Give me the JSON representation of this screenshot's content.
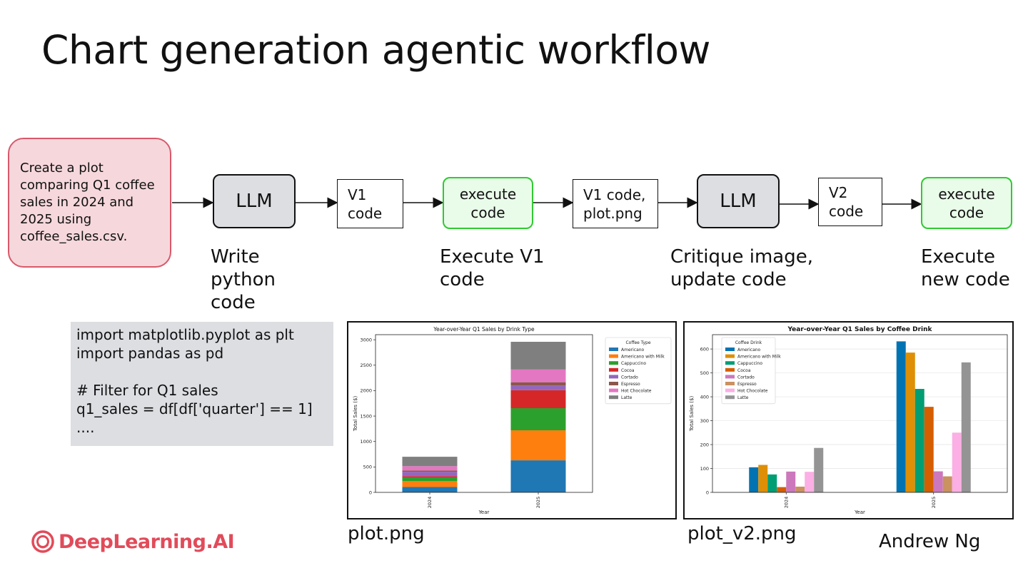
{
  "slide": {
    "title": "Chart generation agentic workflow",
    "author": "Andrew Ng",
    "logo": "DeepLearning.AI"
  },
  "workflow": {
    "prompt": "Create a plot comparing Q1 coffee sales in 2024 and 2025 using coffee_sales.csv.",
    "llm1": "LLM",
    "v1_code": [
      "V1",
      "code"
    ],
    "execute1": [
      "execute",
      "code"
    ],
    "v1_code_plot": [
      "V1 code,",
      "plot.png"
    ],
    "llm2": "LLM",
    "v2_code": [
      "V2",
      "code"
    ],
    "execute2": [
      "execute",
      "code"
    ],
    "captions": {
      "write": [
        "Write",
        "python",
        "code"
      ],
      "execute_v1": [
        "Execute V1",
        "code"
      ],
      "critique": [
        "Critique image,",
        "update code"
      ],
      "execute_new": [
        "Execute",
        "new code"
      ]
    }
  },
  "code_snippet": [
    "import matplotlib.pyplot as plt",
    "import pandas as pd",
    "",
    "# Filter for Q1 sales",
    "q1_sales = df[df['quarter'] == 1]",
    "...."
  ],
  "plot_labels": {
    "plot1": "plot.png",
    "plot2": "plot_v2.png"
  },
  "colors": {
    "prompt_fill": "#f6d8dc",
    "prompt_border": "#d9586b",
    "llm_fill": "#dcdee2",
    "exec_fill": "#e9fbe9",
    "exec_border": "#2fca32",
    "logo": "#e14b5a"
  },
  "chart_data": [
    {
      "type": "bar",
      "stacked": true,
      "title": "Year-over-Year Q1 Sales by Drink Type",
      "xlabel": "Year",
      "ylabel": "Total Sales ($)",
      "categories": [
        "2024",
        "2025"
      ],
      "ylim": [
        0,
        3100
      ],
      "yticks": [
        0,
        500,
        1000,
        1500,
        2000,
        2500,
        3000
      ],
      "legend_title": "Coffee Type",
      "legend_position": "top-right",
      "series": [
        {
          "name": "Americano",
          "color": "#1f77b4",
          "values": [
            105,
            630
          ]
        },
        {
          "name": "Americano with Milk",
          "color": "#ff7f0e",
          "values": [
            115,
            590
          ]
        },
        {
          "name": "Cappuccino",
          "color": "#2ca02c",
          "values": [
            75,
            435
          ]
        },
        {
          "name": "Cocoa",
          "color": "#d62728",
          "values": [
            22,
            355
          ]
        },
        {
          "name": "Cortado",
          "color": "#9467bd",
          "values": [
            88,
            90
          ]
        },
        {
          "name": "Espresso",
          "color": "#8c564b",
          "values": [
            25,
            65
          ]
        },
        {
          "name": "Hot Chocolate",
          "color": "#e377c2",
          "values": [
            85,
            250
          ]
        },
        {
          "name": "Latte",
          "color": "#7f7f7f",
          "values": [
            185,
            545
          ]
        }
      ]
    },
    {
      "type": "bar",
      "stacked": false,
      "title": "Year-over-Year Q1 Sales by Coffee Drink",
      "xlabel": "Year",
      "ylabel": "Total Sales ($)",
      "categories": [
        "2024",
        "2025"
      ],
      "ylim": [
        0,
        660
      ],
      "yticks": [
        0,
        100,
        200,
        300,
        400,
        500,
        600
      ],
      "grid": true,
      "legend_title": "Coffee Drink",
      "legend_position": "top-left",
      "series": [
        {
          "name": "Americano",
          "color": "#0173b2",
          "values": [
            105,
            632
          ]
        },
        {
          "name": "Americano with Milk",
          "color": "#de8f05",
          "values": [
            115,
            585
          ]
        },
        {
          "name": "Cappuccino",
          "color": "#029e73",
          "values": [
            75,
            433
          ]
        },
        {
          "name": "Cocoa",
          "color": "#d55e00",
          "values": [
            22,
            358
          ]
        },
        {
          "name": "Cortado",
          "color": "#cc78bc",
          "values": [
            87,
            88
          ]
        },
        {
          "name": "Espresso",
          "color": "#ca9161",
          "values": [
            24,
            67
          ]
        },
        {
          "name": "Hot Chocolate",
          "color": "#fbafe4",
          "values": [
            86,
            250
          ]
        },
        {
          "name": "Latte",
          "color": "#949494",
          "values": [
            186,
            544
          ]
        }
      ]
    }
  ]
}
